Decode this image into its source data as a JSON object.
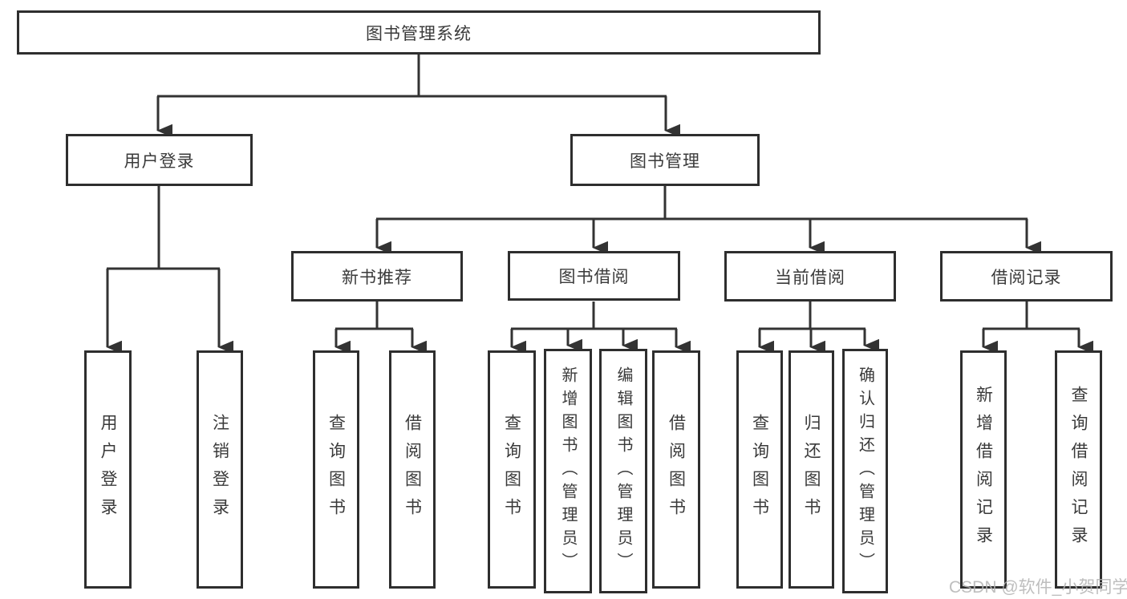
{
  "nodes": {
    "root": "图书管理系统",
    "user_login": "用户登录",
    "book_management": "图书管理",
    "new_book_recommend": "新书推荐",
    "book_borrow": "图书借阅",
    "current_borrow": "当前借阅",
    "borrow_records": "借阅记录",
    "leaf_user_login": "用户登录",
    "leaf_logout": "注销登录",
    "leaf_query_book_recommend": "查询图书",
    "leaf_borrow_book_recommend": "借阅图书",
    "leaf_query_book_borrow": "查询图书",
    "leaf_add_book_admin": "新增图书（管理员）",
    "leaf_edit_book_admin": "编辑图书（管理员）",
    "leaf_borrow_book_borrow": "借阅图书",
    "leaf_query_book_current": "查询图书",
    "leaf_return_book": "归还图书",
    "leaf_confirm_return_admin": "确认归还（管理员）",
    "leaf_add_borrow_record": "新增借阅记录",
    "leaf_query_borrow_record": "查询借阅记录"
  },
  "watermark": {
    "text": "CSDN @软件_小贺同学"
  },
  "colors": {
    "line": "#333333",
    "border": "#2e2e2e",
    "text": "#3a3a3a",
    "watermark": "#b3b3b3",
    "background": "#ffffff"
  }
}
